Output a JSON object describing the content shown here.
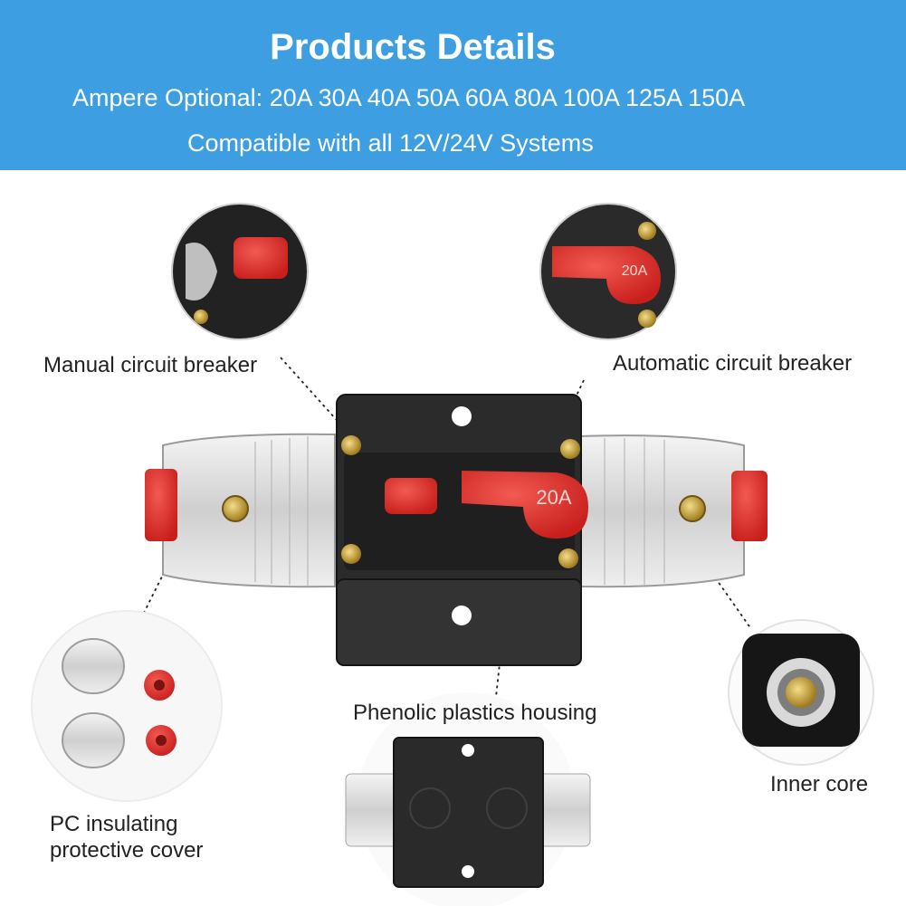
{
  "banner": {
    "title": "Products Details",
    "ampere_line": "Ampere Optional: 20A 30A 40A 50A 60A 80A 100A 125A 150A",
    "compat_line": "Compatible with all 12V/24V Systems"
  },
  "labels": {
    "manual": "Manual circuit breaker",
    "automatic": "Automatic circuit breaker",
    "housing": "Phenolic plastics housing",
    "inner_core": "Inner core",
    "cover_line1": "PC insulating",
    "cover_line2": "protective cover"
  },
  "breaker_rating": "20A",
  "colors": {
    "banner": "#3d9ee2",
    "red_button": "#e0302e",
    "housing": "#2a2a2a",
    "brass": "#c9a23a"
  }
}
